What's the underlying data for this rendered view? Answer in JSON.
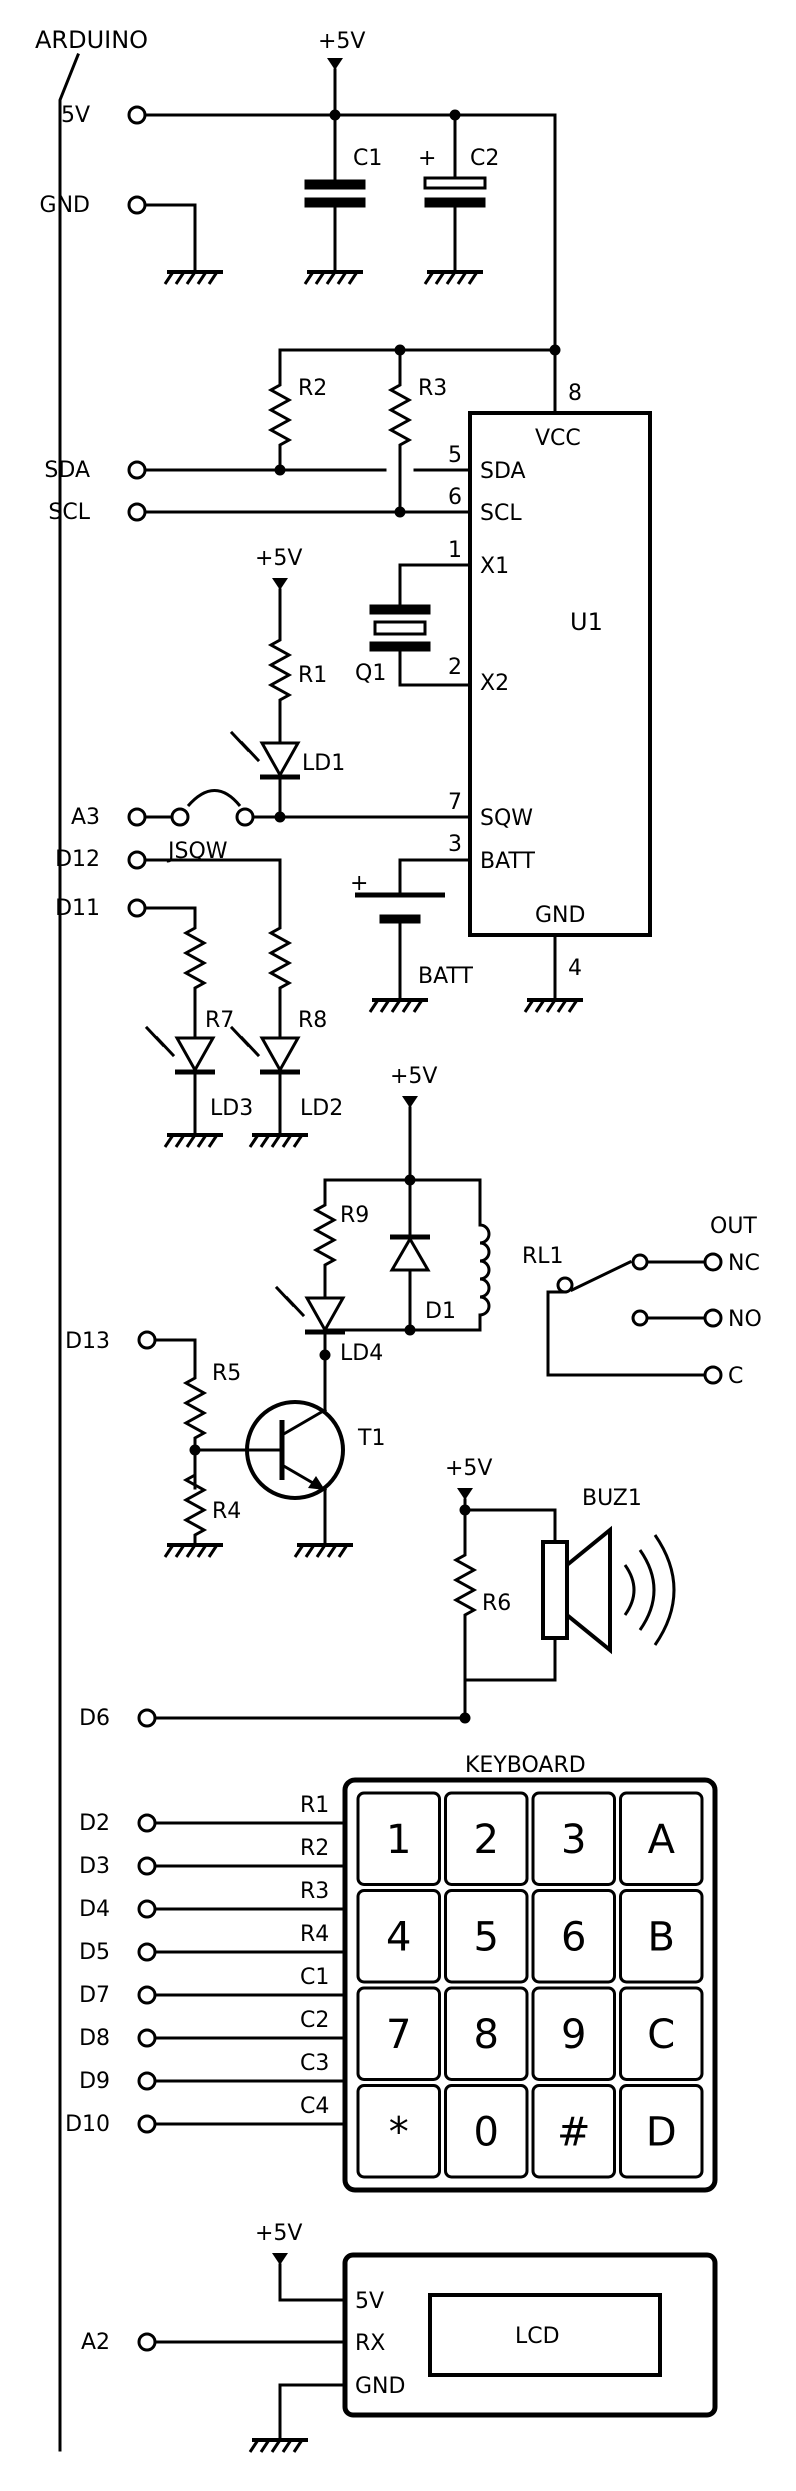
{
  "arduino": {
    "title": "ARDUINO",
    "pins": {
      "v5": "5V",
      "gnd": "GND",
      "sda": "SDA",
      "scl": "SCL",
      "a3": "A3",
      "d12": "D12",
      "d11": "D11",
      "d13": "D13",
      "d6": "D6",
      "d2": "D2",
      "d3": "D3",
      "d4": "D4",
      "d5": "D5",
      "d7": "D7",
      "d8": "D8",
      "d9": "D9",
      "d10": "D10",
      "a2": "A2"
    }
  },
  "supply": {
    "label": "+5V"
  },
  "components": {
    "c1": "C1",
    "c2": "C2",
    "c2_plus": "+",
    "r1": "R1",
    "r2": "R2",
    "r3": "R3",
    "r4": "R4",
    "r5": "R5",
    "r6": "R6",
    "r7": "R7",
    "r8": "R8",
    "r9": "R9",
    "q1": "Q1",
    "ld1": "LD1",
    "ld2": "LD2",
    "ld3": "LD3",
    "ld4": "LD4",
    "d1": "D1",
    "t1": "T1",
    "rl1": "RL1",
    "buz1": "BUZ1",
    "jsqw": "JSQW",
    "batt": "BATT",
    "batt_plus": "+"
  },
  "u1": {
    "name": "U1",
    "pins": {
      "vcc": "VCC",
      "sda": "SDA",
      "scl": "SCL",
      "x1": "X1",
      "x2": "X2",
      "sqw": "SQW",
      "batt": "BATT",
      "gnd": "GND"
    },
    "numbers": {
      "vcc": "8",
      "sda": "5",
      "scl": "6",
      "x1": "1",
      "x2": "2",
      "sqw": "7",
      "batt": "3",
      "gnd": "4"
    }
  },
  "relay_out": {
    "title": "OUT",
    "nc": "NC",
    "no": "NO",
    "c": "C"
  },
  "keyboard": {
    "title": "KEYBOARD",
    "rows": [
      "R1",
      "R2",
      "R3",
      "R4"
    ],
    "cols": [
      "C1",
      "C2",
      "C3",
      "C4"
    ],
    "keys": [
      "1",
      "2",
      "3",
      "A",
      "4",
      "5",
      "6",
      "B",
      "7",
      "8",
      "9",
      "C",
      "*",
      "0",
      "#",
      "D"
    ]
  },
  "lcd": {
    "label": "LCD",
    "pins": {
      "v5": "5V",
      "rx": "RX",
      "gnd": "GND"
    }
  }
}
